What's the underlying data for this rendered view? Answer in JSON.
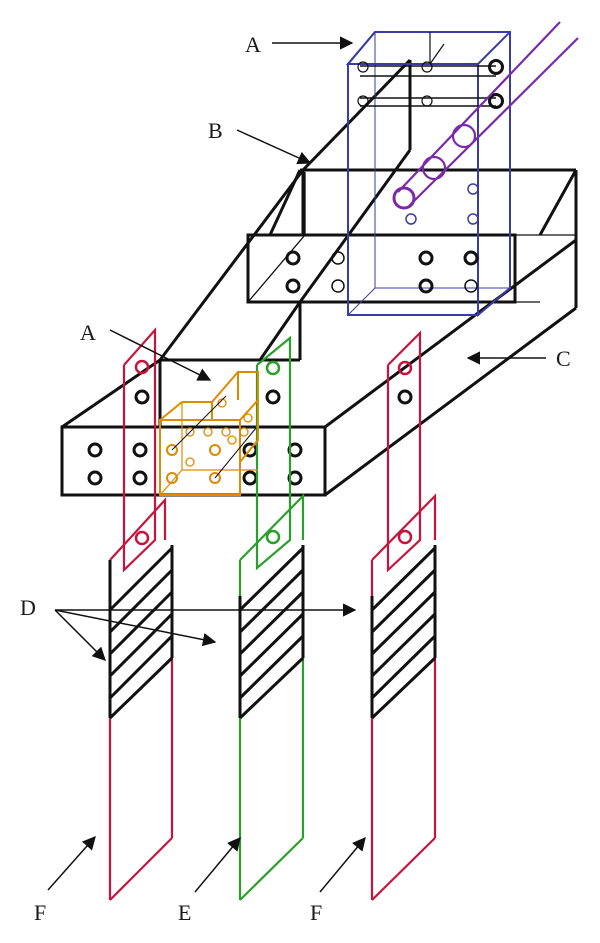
{
  "diagram": {
    "labels": {
      "a_top": "A",
      "b": "B",
      "c": "C",
      "a_left": "A",
      "d": "D",
      "f_left": "F",
      "e": "E",
      "f_right": "F"
    },
    "colors": {
      "frame": "#111111",
      "top_box": "#3b3ba6",
      "rod": "#7a2aa8",
      "small_box": "#e08a00",
      "red_strip": "#c8143c",
      "green_strip": "#2aa02a",
      "hatch": "#111111"
    },
    "icons": {
      "pointer": "arrow-icon",
      "bolt": "circle-hole-icon"
    }
  }
}
